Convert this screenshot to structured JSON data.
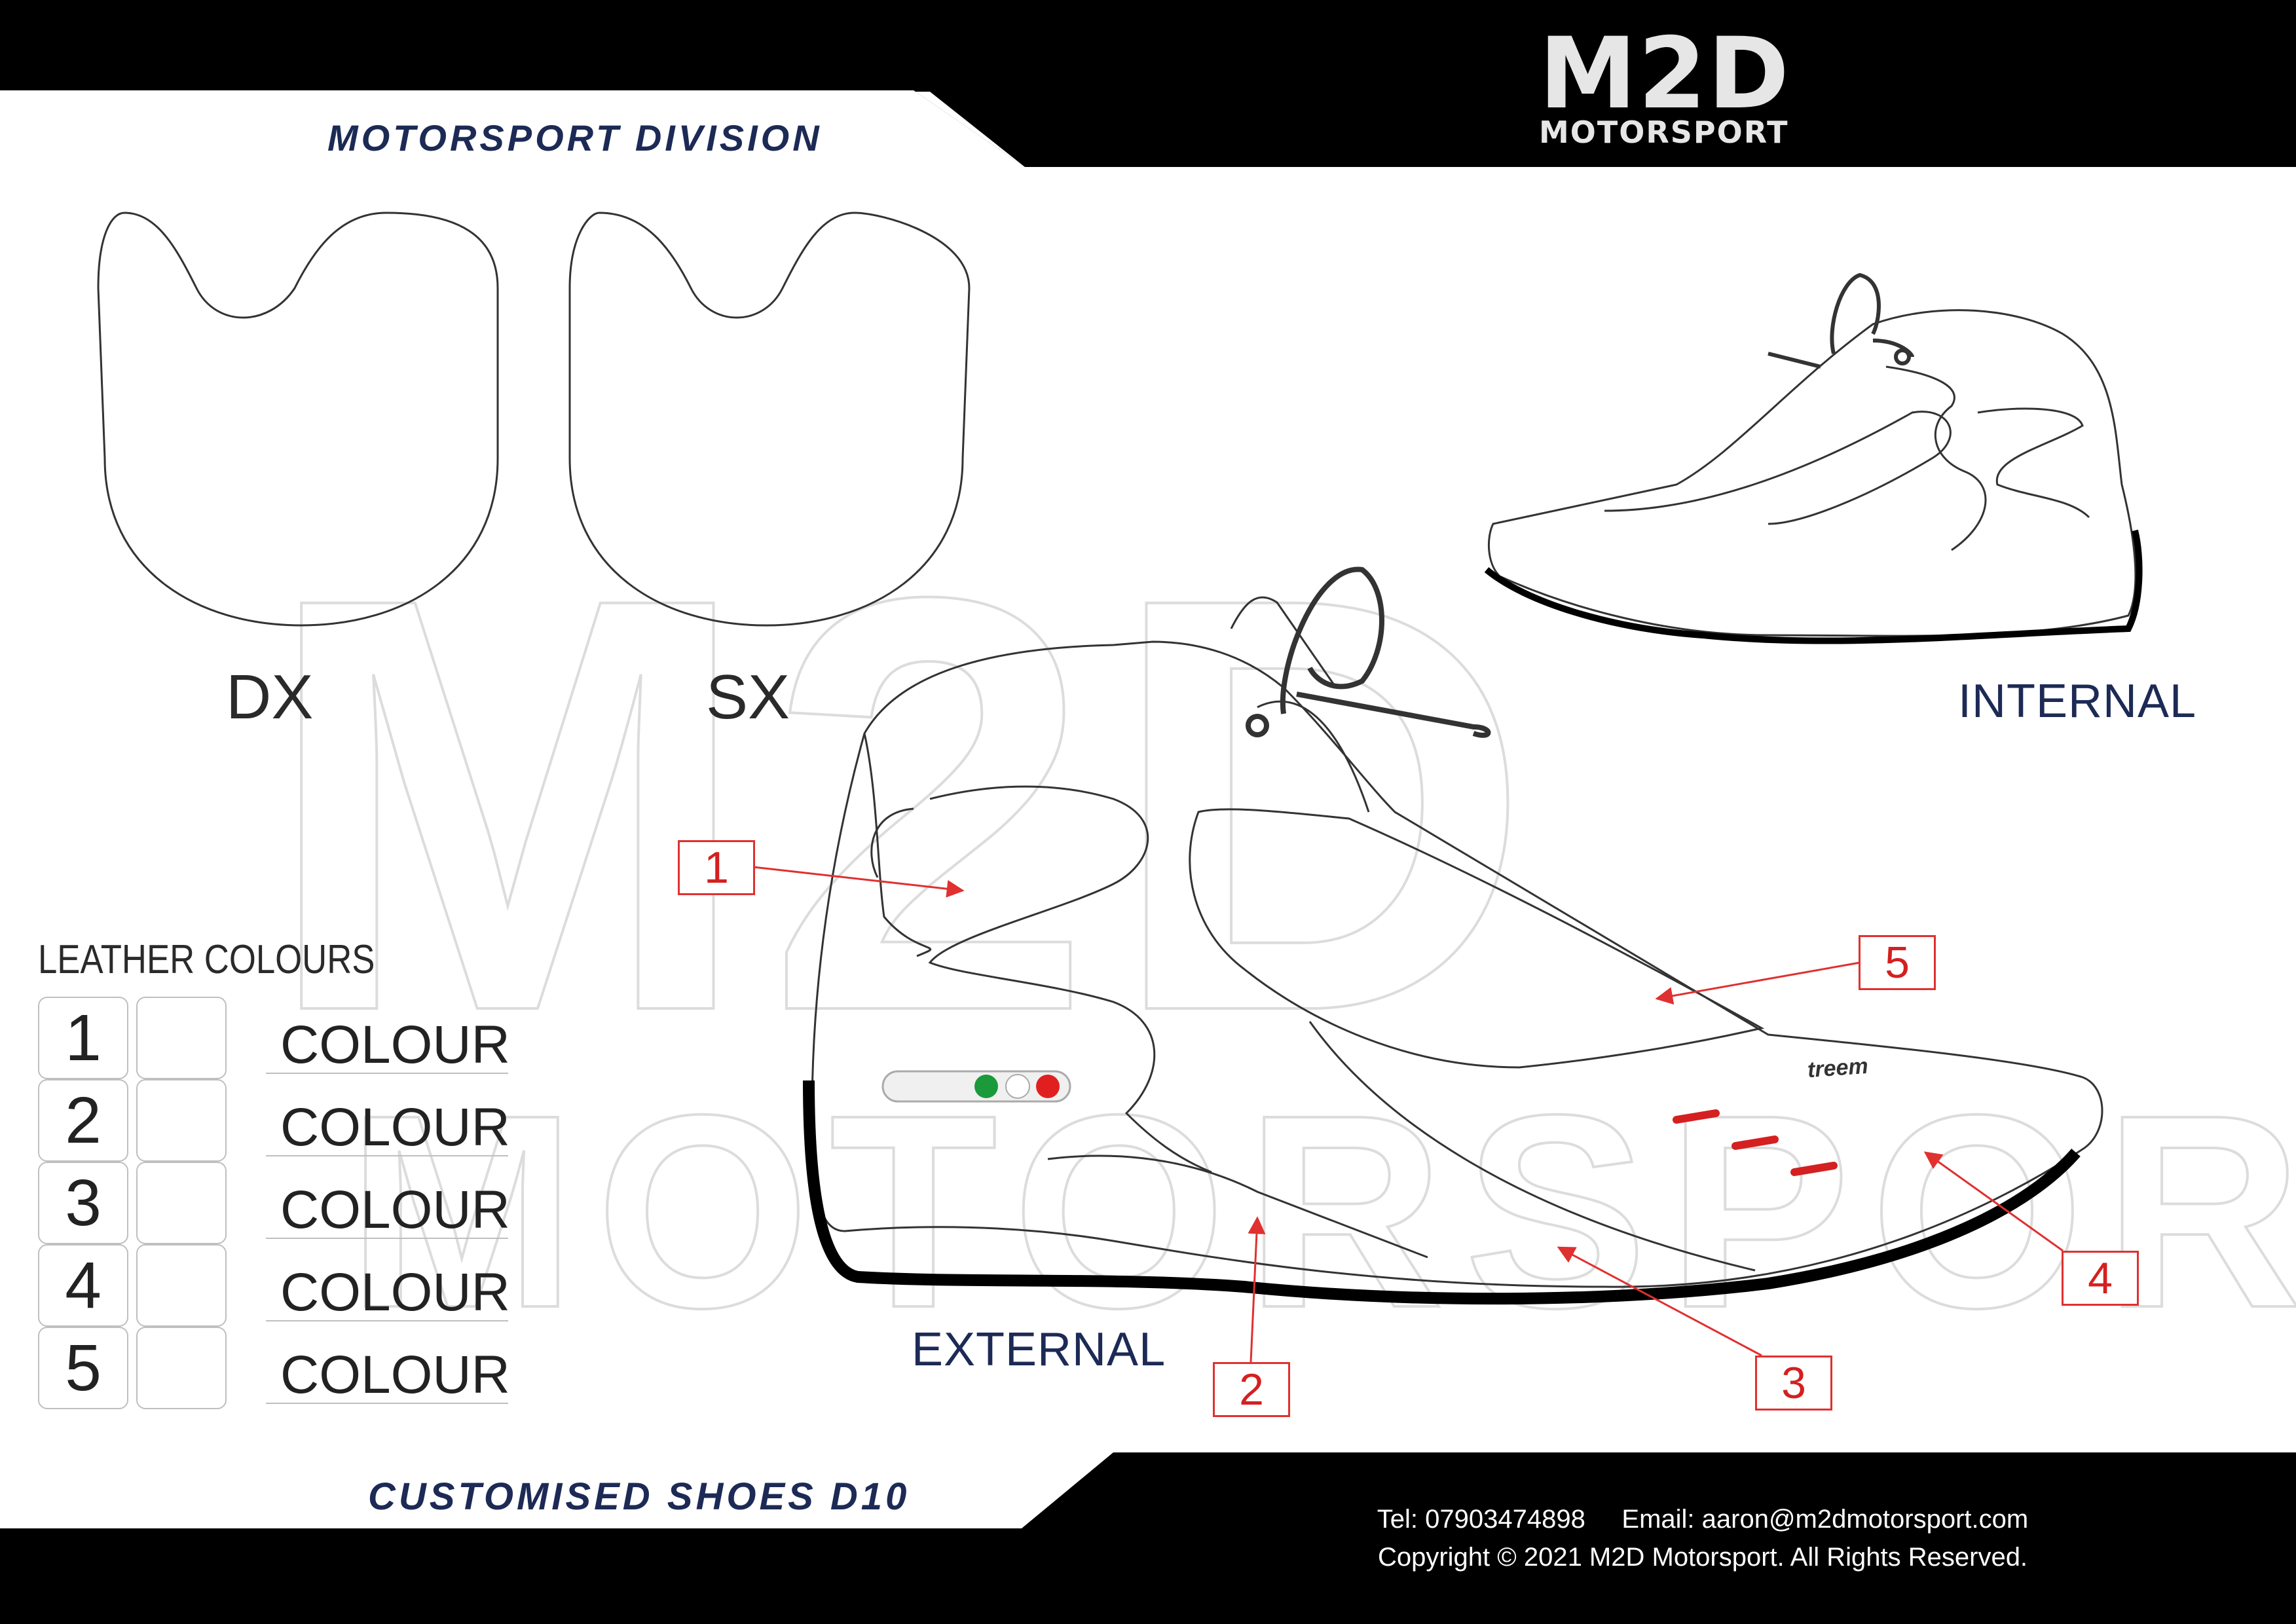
{
  "header": {
    "division": "MOTORSPORT DIVISION",
    "brand": "M2D",
    "brand_sub": "MOTORSPORT"
  },
  "watermark": {
    "line1": "M2D",
    "line2": "MOTORSPORT"
  },
  "pieces": {
    "left_label": "DX",
    "right_label": "SX"
  },
  "views": {
    "internal": "INTERNAL",
    "external": "EXTERNAL"
  },
  "shoe_logo": "treem",
  "legend": {
    "title": "LEATHER COLOURS",
    "rows": [
      {
        "number": "1",
        "label": "COLOUR"
      },
      {
        "number": "2",
        "label": "COLOUR"
      },
      {
        "number": "3",
        "label": "COLOUR"
      },
      {
        "number": "4",
        "label": "COLOUR"
      },
      {
        "number": "5",
        "label": "COLOUR"
      }
    ]
  },
  "callouts": [
    "1",
    "2",
    "3",
    "4",
    "5"
  ],
  "colors": {
    "navy": "#1c2a55",
    "red": "#d42020",
    "black": "#000000",
    "flag_green": "#1a9a3a",
    "flag_red": "#e02020"
  },
  "footer": {
    "product": "CUSTOMISED SHOES D10",
    "contact": "Tel: 07903474898     Email: aaron@m2dmotorsport.com",
    "copyright": "Copyright © 2021 M2D Motorsport. All Rights Reserved."
  }
}
